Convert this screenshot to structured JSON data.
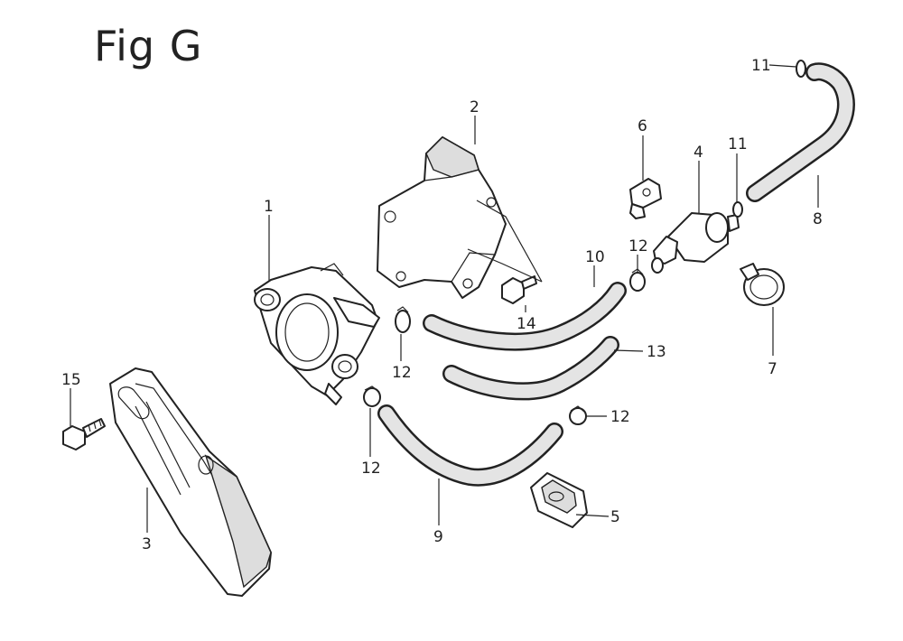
{
  "figure": {
    "title": "Fig G"
  },
  "callouts": [
    {
      "id": "c1",
      "label": "1"
    },
    {
      "id": "c2",
      "label": "2"
    },
    {
      "id": "c3",
      "label": "3"
    },
    {
      "id": "c4",
      "label": "4"
    },
    {
      "id": "c5",
      "label": "5"
    },
    {
      "id": "c6",
      "label": "6"
    },
    {
      "id": "c7",
      "label": "7"
    },
    {
      "id": "c8",
      "label": "8"
    },
    {
      "id": "c9",
      "label": "9"
    },
    {
      "id": "c10",
      "label": "10"
    },
    {
      "id": "c11a",
      "label": "11"
    },
    {
      "id": "c11b",
      "label": "11"
    },
    {
      "id": "c12a",
      "label": "12"
    },
    {
      "id": "c12b",
      "label": "12"
    },
    {
      "id": "c12c",
      "label": "12"
    },
    {
      "id": "c12d",
      "label": "12"
    },
    {
      "id": "c13",
      "label": "13"
    },
    {
      "id": "c14",
      "label": "14"
    },
    {
      "id": "c15",
      "label": "15"
    }
  ]
}
